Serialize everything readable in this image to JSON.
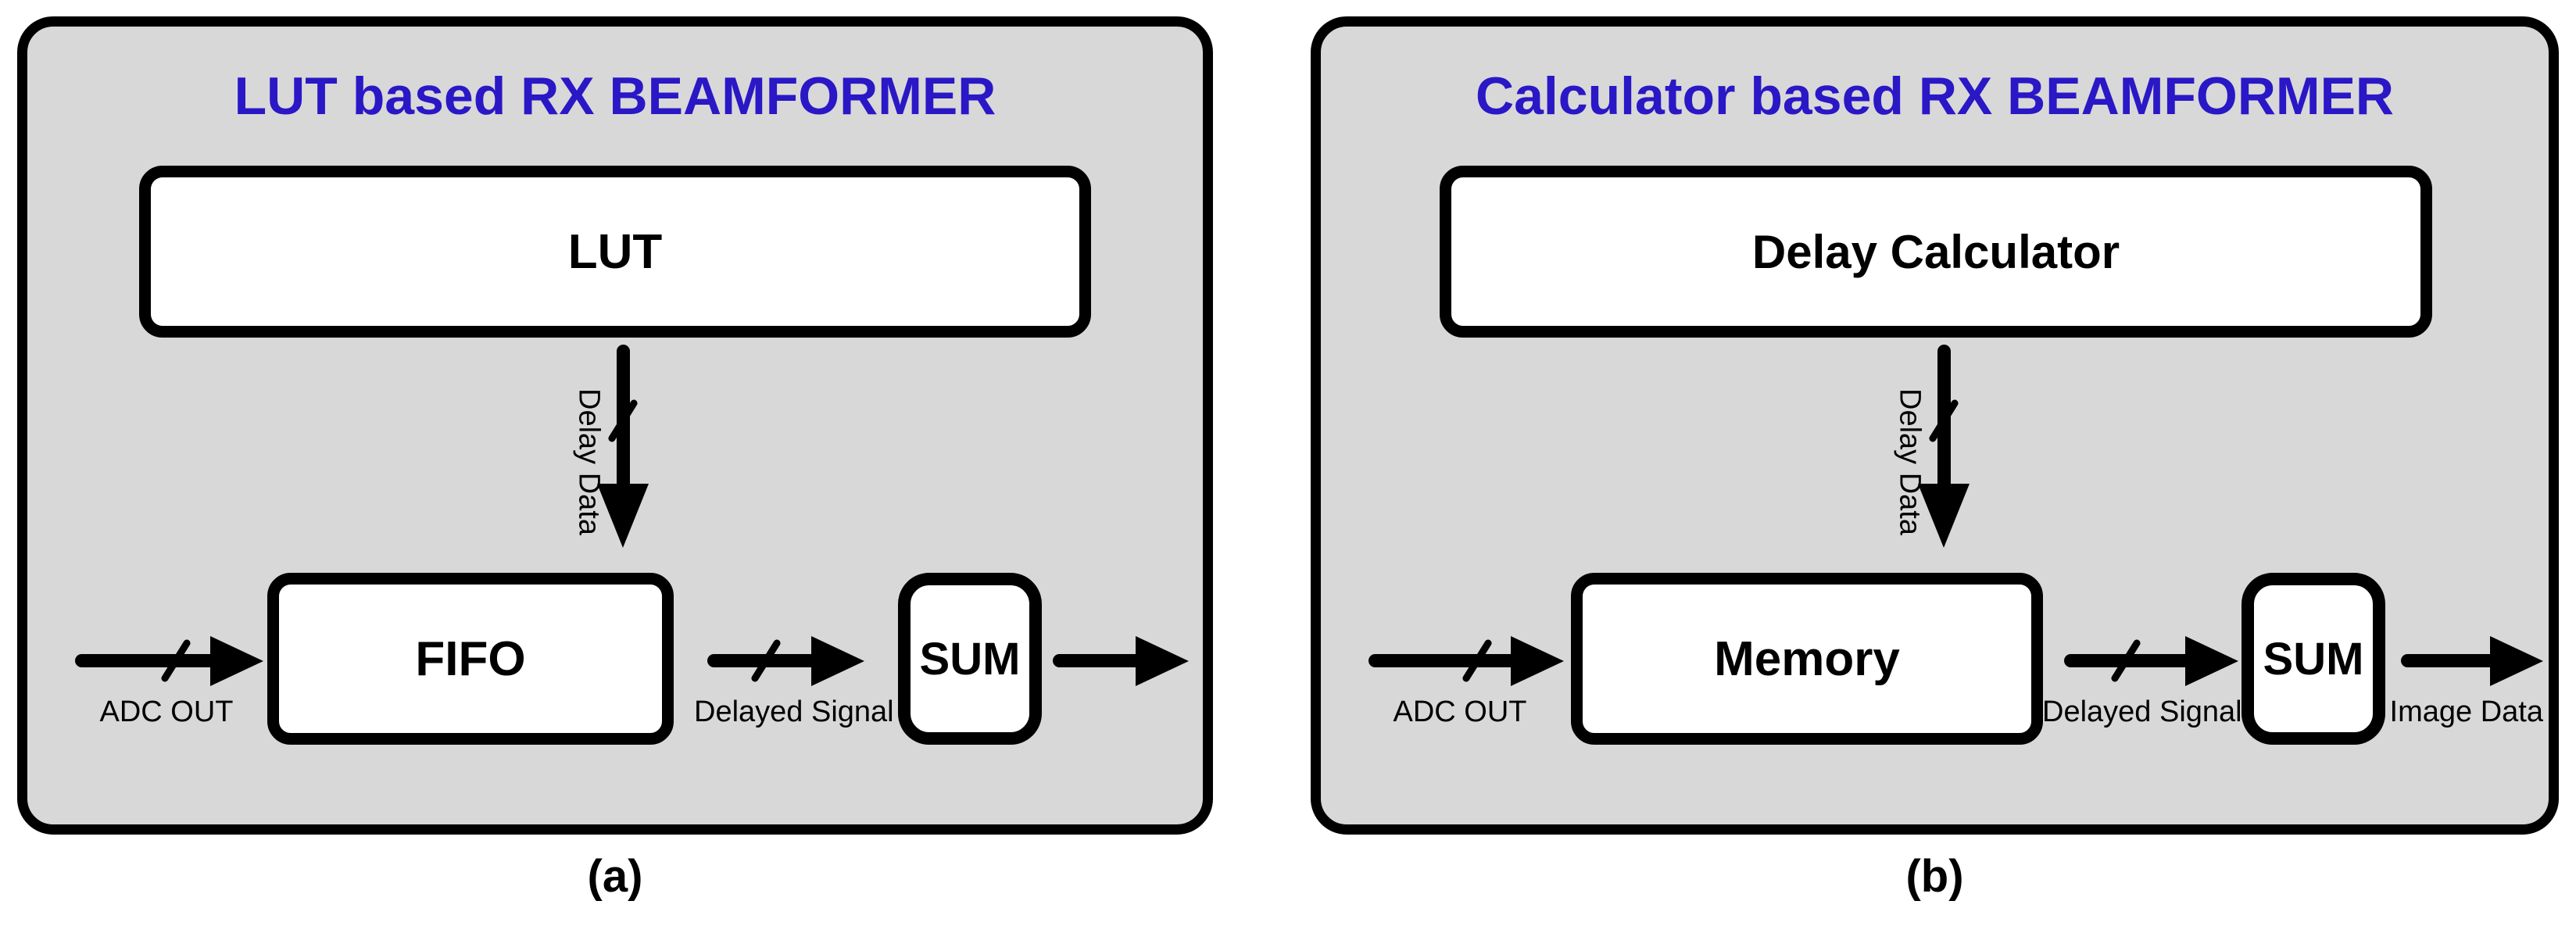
{
  "colors": {
    "page_bg": "#ffffff",
    "panel_bg": "#d8d8d8",
    "outline": "#000000",
    "box_bg": "#ffffff",
    "title_blue": "#2a17c6"
  },
  "panels": [
    {
      "title": "LUT based RX BEAMFORMER",
      "top_box_label": "LUT",
      "delay_arrow_label": "Delay Data",
      "input_label": "ADC OUT",
      "mid_box_label": "FIFO",
      "mid_arrow_label": "Delayed Signal",
      "sum_box_label": "SUM",
      "output_label": "",
      "caption": "(a)"
    },
    {
      "title": "Calculator based RX BEAMFORMER",
      "top_box_label": "Delay Calculator",
      "delay_arrow_label": "Delay Data",
      "input_label": "ADC OUT",
      "mid_box_label": "Memory",
      "mid_arrow_label": "Delayed Signal",
      "sum_box_label": "SUM",
      "output_label": "Image Data",
      "caption": "(b)"
    }
  ]
}
